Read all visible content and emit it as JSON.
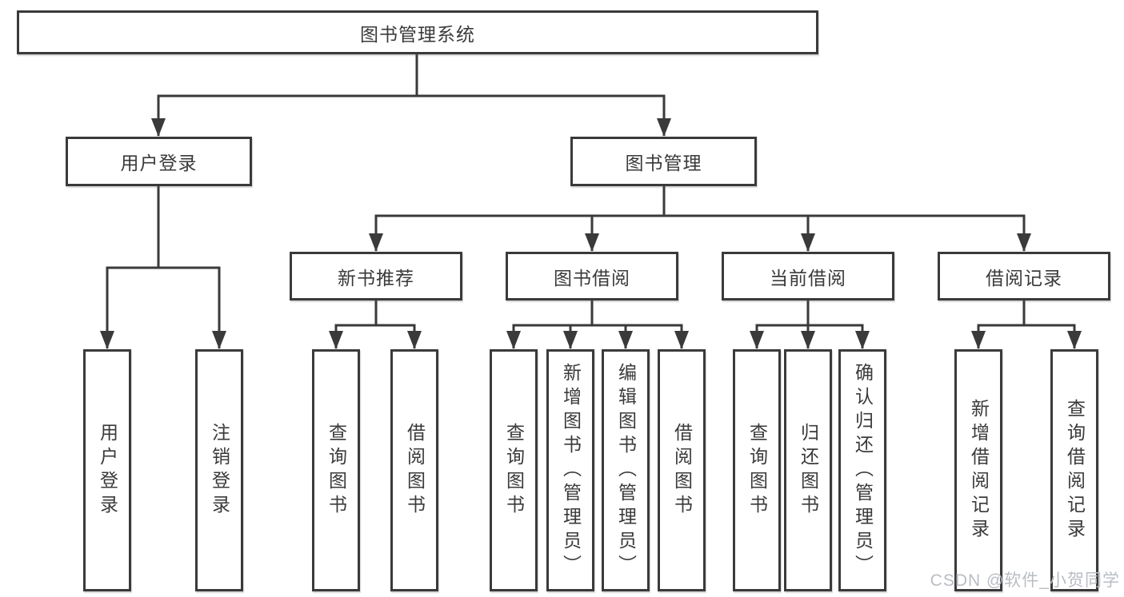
{
  "diagram": {
    "root": {
      "label": "图书管理系统"
    },
    "login_branch": {
      "label": "用户登录",
      "children": [
        {
          "label": "用户登录"
        },
        {
          "label": "注销登录"
        }
      ]
    },
    "mgmt_branch": {
      "label": "图书管理",
      "sections": [
        {
          "label": "新书推荐",
          "children": [
            {
              "label": "查询图书"
            },
            {
              "label": "借阅图书"
            }
          ]
        },
        {
          "label": "图书借阅",
          "children": [
            {
              "label": "查询图书"
            },
            {
              "label": "新增图书（管理员）"
            },
            {
              "label": "编辑图书（管理员）"
            },
            {
              "label": "借阅图书"
            }
          ]
        },
        {
          "label": "当前借阅",
          "children": [
            {
              "label": "查询图书"
            },
            {
              "label": "归还图书"
            },
            {
              "label": "确认归还（管理员）"
            }
          ]
        },
        {
          "label": "借阅记录",
          "children": [
            {
              "label": "新增借阅记录"
            },
            {
              "label": "查询借阅记录"
            }
          ]
        }
      ]
    }
  },
  "watermark": "CSDN @软件_小贺同学",
  "colors": {
    "line": "#3a3a3a",
    "box_border": "#3a3a3a",
    "text": "#3a3a3a",
    "watermark": "#b9bdc4",
    "background": "#ffffff"
  }
}
